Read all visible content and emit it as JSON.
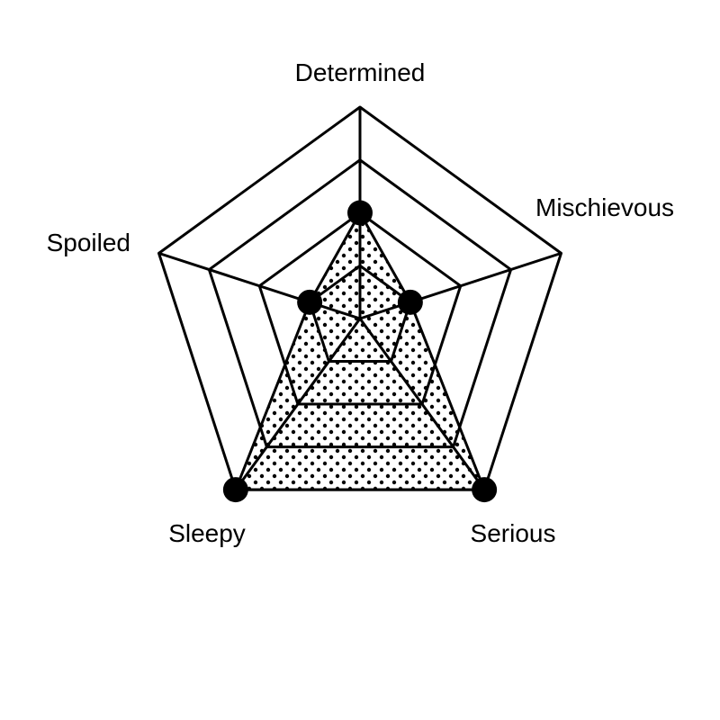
{
  "chart_data": {
    "type": "radar",
    "title": "",
    "axes": [
      "Determined",
      "Mischievous",
      "Serious",
      "Sleepy",
      "Spoiled"
    ],
    "series": [
      {
        "values": [
          2,
          1,
          4,
          4,
          1
        ]
      }
    ],
    "rlim": [
      0,
      4
    ],
    "rings": [
      1,
      2,
      3,
      4
    ],
    "grid": true,
    "legend": "none",
    "fill_pattern": "dots",
    "colors": {
      "line": "#000000",
      "fill_dot": "#000000",
      "background": "#ffffff"
    }
  }
}
